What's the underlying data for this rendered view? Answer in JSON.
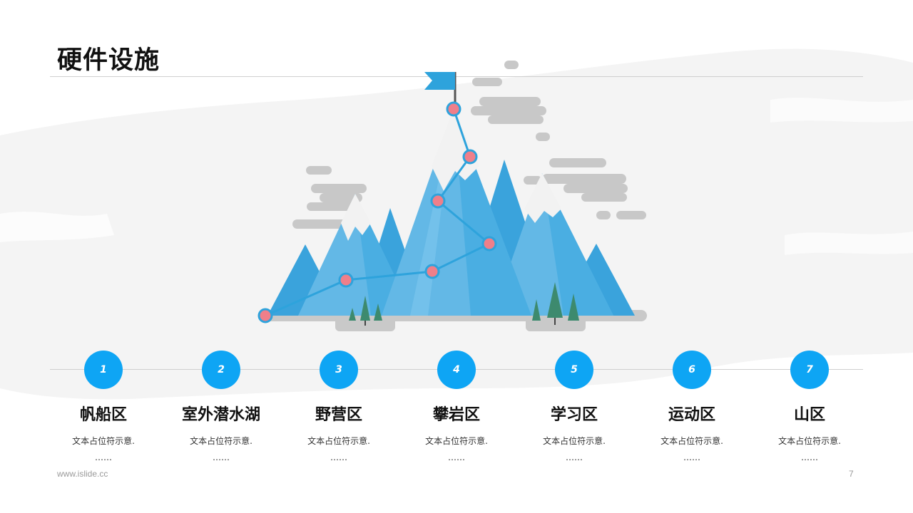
{
  "slide": {
    "title": "硬件设施"
  },
  "steps": [
    {
      "number": "1",
      "title": "帆船区",
      "desc_line1": "文本占位符示意.",
      "desc_line2": "……"
    },
    {
      "number": "2",
      "title": "室外潜水湖",
      "desc_line1": "文本占位符示意.",
      "desc_line2": "……"
    },
    {
      "number": "3",
      "title": "野营区",
      "desc_line1": "文本占位符示意.",
      "desc_line2": "……"
    },
    {
      "number": "4",
      "title": "攀岩区",
      "desc_line1": "文本占位符示意.",
      "desc_line2": "……"
    },
    {
      "number": "5",
      "title": "学习区",
      "desc_line1": "文本占位符示意.",
      "desc_line2": "……"
    },
    {
      "number": "6",
      "title": "运动区",
      "desc_line1": "文本占位符示意.",
      "desc_line2": "……"
    },
    {
      "number": "7",
      "title": "山区",
      "desc_line1": "文本占位符示意.",
      "desc_line2": "……"
    }
  ],
  "footer": {
    "url": "www.islide.cc",
    "page_number": "7"
  },
  "colors": {
    "accent": "#0ea5f4",
    "mountain_light": "#63b8e6",
    "mountain_dark": "#3aa3dc",
    "waypoint": "#ef7f8a",
    "cloud": "#c8c8c8",
    "flag": "#2ea3dc"
  },
  "icons": [
    "flag-icon",
    "mountain-illustration",
    "tree-icon",
    "cloud-icon"
  ]
}
